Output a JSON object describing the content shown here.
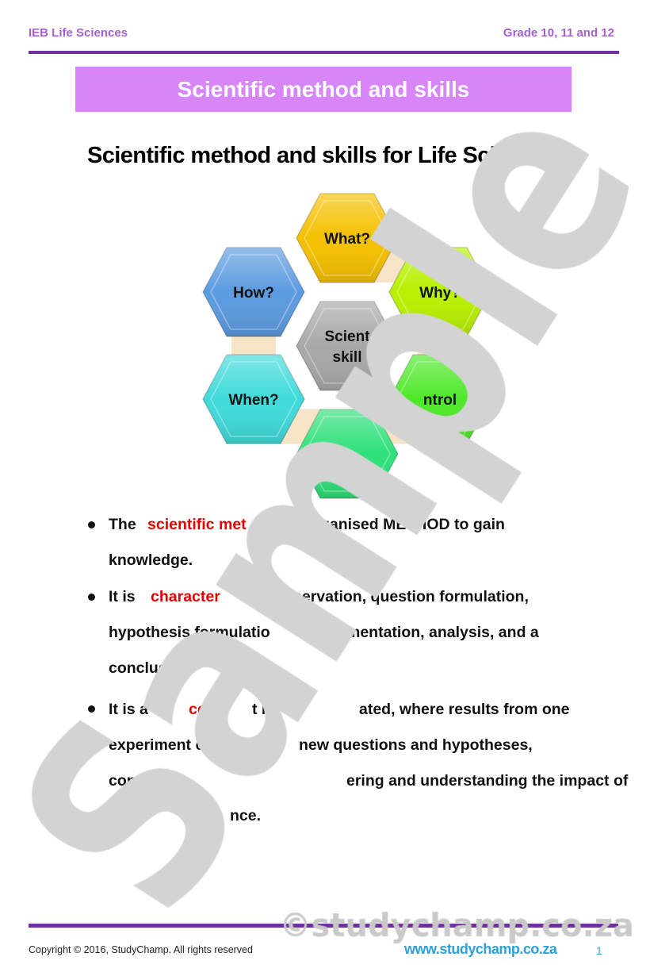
{
  "header": {
    "left": "IEB Life Sciences",
    "right": "Grade 10, 11 and 12"
  },
  "banner": "Scientific method and skills",
  "title": "Scientific method and skills for Life Sciences",
  "diagram": {
    "hexagons": [
      {
        "label": "What?",
        "color": "#f5c000"
      },
      {
        "label": "How?",
        "color": "#5b9be0"
      },
      {
        "label": "Why?",
        "color": "#b8f000"
      },
      {
        "label_lines": [
          "Scient",
          "skill"
        ],
        "color": "#a8a8a8"
      },
      {
        "label": "When?",
        "color": "#3fdada"
      },
      {
        "label": "ntrol",
        "color": "#4ee828"
      },
      {
        "label": "",
        "color": "#2ee07a"
      }
    ],
    "connector_color": "#f6e4c6"
  },
  "bullets": [
    {
      "lines": [
        [
          {
            "t": "The "
          },
          {
            "t": "scientific met",
            "red": true
          },
          {
            "t": "ganised METHOD to gain"
          }
        ],
        [
          {
            "t": "knowledge."
          }
        ]
      ]
    },
    {
      "lines": [
        [
          {
            "t": "It is "
          },
          {
            "t": "character",
            "red": true
          },
          {
            "t": "servation, question formulation,"
          }
        ],
        [
          {
            "t": "hypothesis formulatio"
          },
          {
            "t": "mentation, analysis, and a"
          }
        ],
        [
          {
            "t": "conclus"
          }
        ]
      ]
    },
    {
      "lines": [
        [
          {
            "t": "It is a"
          },
          {
            "t": "cess",
            "red": true
          },
          {
            "t": "t is"
          },
          {
            "t": "ated, where results from one"
          }
        ],
        [
          {
            "t": "experiment c"
          },
          {
            "t": "new questions and hypotheses,"
          }
        ],
        [
          {
            "t": "conti"
          },
          {
            "t": "ering and understanding the impact of"
          }
        ],
        [
          {
            "t": "nce."
          }
        ]
      ]
    }
  ],
  "watermark": {
    "text": "Sample",
    "color": "#d3d3d3",
    "footer_mark": "©studychamp.co.za"
  },
  "footer": {
    "copyright": "Copyright © 2016, StudyChamp. All rights reserved",
    "website": "www.studychamp.co.za",
    "page": "1"
  },
  "colors": {
    "purple_rule": "#7030a0",
    "banner_bg": "#d885f7",
    "highlight_red": "#e30000",
    "link_blue": "#2ea0d8"
  }
}
